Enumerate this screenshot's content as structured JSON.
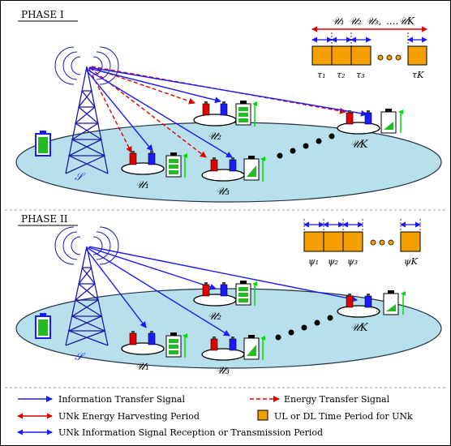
{
  "phase1": {
    "label": "PHASE I",
    "source_label": "𝒮",
    "users": [
      "𝒰₁",
      "𝒰₂",
      "𝒰₃",
      "𝒰K"
    ],
    "timeline_top": [
      "𝒰₁",
      "𝒰₂",
      "𝒰₃,",
      "....𝒰K"
    ],
    "slots": [
      "τ₁",
      "τ₂",
      "τ₃",
      "τK"
    ]
  },
  "phase2": {
    "label": "PHASE II",
    "source_label": "𝒮",
    "users": [
      "𝒰₁",
      "𝒰₂",
      "𝒰₃",
      "𝒰K"
    ],
    "slots": [
      "ψ₁",
      "ψ₂",
      "ψ₃",
      "ψK"
    ]
  },
  "legend": {
    "info_signal": "Information Transfer Signal",
    "energy_signal": "Energy Transfer Signal",
    "energy_period": "UNk Energy Harvesting Period",
    "time_period": "UL or DL Time Period for UNk",
    "info_period": "UNk Information Signal Reception or Transmission Period"
  },
  "colors": {
    "info_arrow": "#1a1aff",
    "energy_arrow": "#e00000",
    "slot_fill": "#f5a000",
    "ground_fill": "#b8e0ec",
    "tower": "#1a1aa8",
    "battery_green": "#22bb22",
    "up_arrow": "#00dd00"
  }
}
